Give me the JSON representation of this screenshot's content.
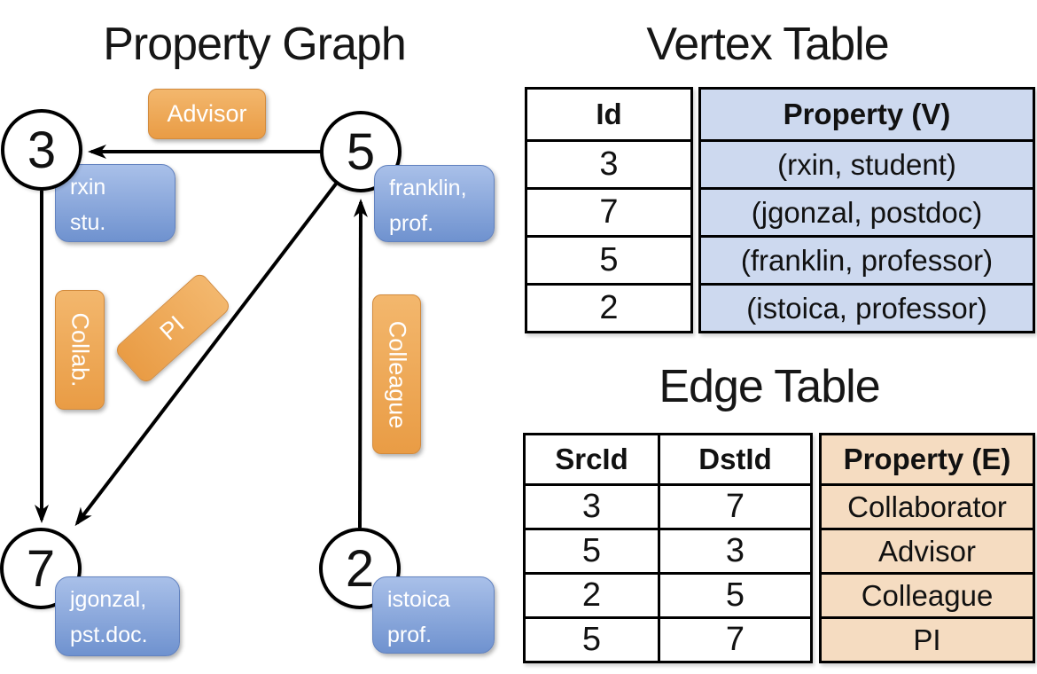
{
  "titles": {
    "graph": "Property Graph",
    "vertex_table": "Vertex Table",
    "edge_table": "Edge Table"
  },
  "graph": {
    "nodes": {
      "n3": {
        "id": "3",
        "line1": "rxin",
        "line2": "stu."
      },
      "n5": {
        "id": "5",
        "line1": "franklin,",
        "line2": "prof."
      },
      "n7": {
        "id": "7",
        "line1": "jgonzal,",
        "line2": "pst.doc."
      },
      "n2": {
        "id": "2",
        "line1": "istoica",
        "line2": "prof."
      }
    },
    "edges": {
      "advisor": {
        "src": "5",
        "dst": "3",
        "label": "Advisor"
      },
      "collab": {
        "src": "3",
        "dst": "7",
        "label": "Collab."
      },
      "pi": {
        "src": "5",
        "dst": "7",
        "label": "PI"
      },
      "colleague": {
        "src": "2",
        "dst": "5",
        "label": "Colleague"
      }
    }
  },
  "vertex_table": {
    "columns": [
      "Id",
      "Property (V)"
    ],
    "rows": [
      [
        "3",
        "(rxin, student)"
      ],
      [
        "7",
        "(jgonzal, postdoc)"
      ],
      [
        "5",
        "(franklin, professor)"
      ],
      [
        "2",
        "(istoica, professor)"
      ]
    ]
  },
  "edge_table": {
    "columns": [
      "SrcId",
      "DstId",
      "Property (E)"
    ],
    "rows": [
      [
        "3",
        "7",
        "Collaborator"
      ],
      [
        "5",
        "3",
        "Advisor"
      ],
      [
        "2",
        "5",
        "Colleague"
      ],
      [
        "5",
        "7",
        "PI"
      ]
    ]
  },
  "colors": {
    "edge_label_top": "#f3b76d",
    "edge_label_bottom": "#e99c45",
    "edge_label_border": "#d28a3c",
    "vertex_label_top": "#a9c0e9",
    "vertex_label_bottom": "#6f92cf",
    "vertex_label_border": "#6282bf",
    "vertex_table_fill": "#cdd9ef",
    "edge_table_fill": "#f5dcc1",
    "line_color": "#000000"
  }
}
